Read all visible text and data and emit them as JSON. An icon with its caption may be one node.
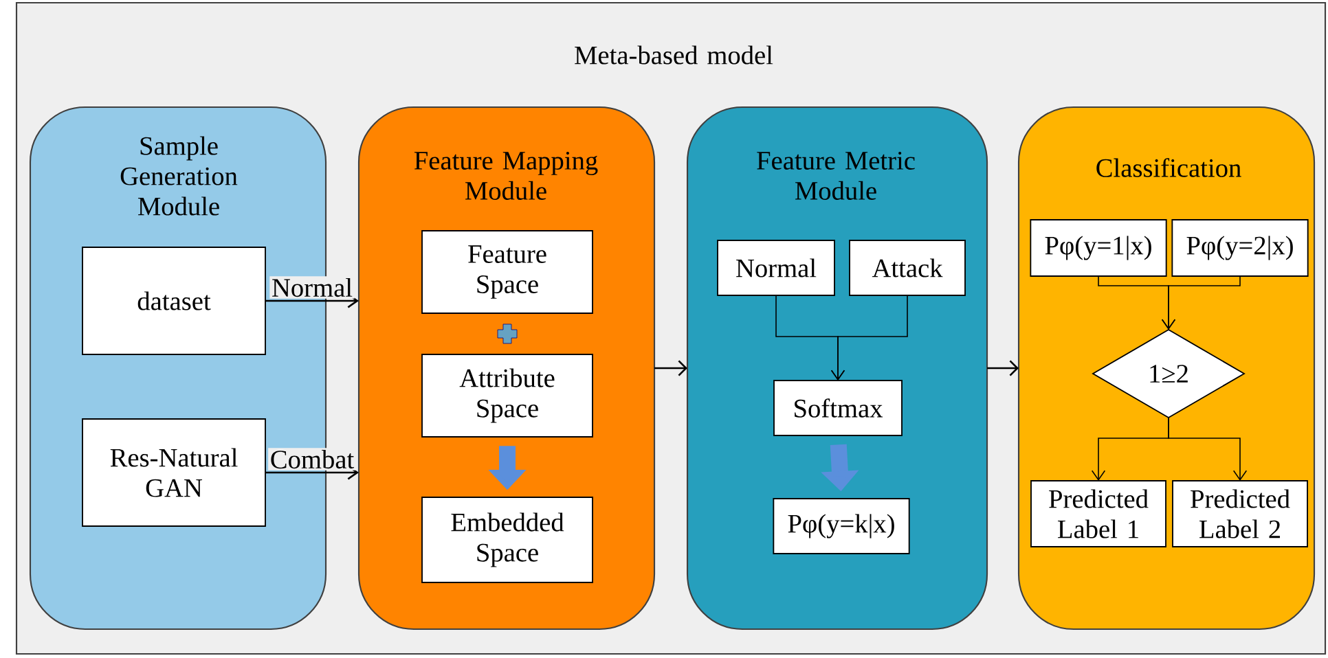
{
  "diagram": {
    "nodes": [
      {
        "text": [
          "Meta-based model"
        ]
      },
      {
        "text": [
          "Sample Generation Module"
        ],
        "in": 0
      },
      {
        "text": [
          "dataset"
        ],
        "in": 1
      },
      {
        "text": [
          "Res-Natural GAN"
        ],
        "in": 1
      },
      {
        "text": [
          "Feature Mapping Module"
        ],
        "in": 0
      },
      {
        "text": [
          "Feature Space"
        ],
        "in": 4
      },
      {
        "text": [
          "Attribute Space"
        ],
        "in": 4
      },
      {
        "text": [
          "Embedded Space"
        ],
        "in": 4
      },
      {
        "text": [
          "Feature Metric Module"
        ],
        "in": 0
      },
      {
        "text": [
          "Normal"
        ],
        "in": 8
      },
      {
        "text": [
          "Attack"
        ],
        "in": 8
      },
      {
        "text": [
          "Softmax"
        ],
        "in": 8
      },
      {
        "text": [
          "Pφ(y=k|x)"
        ],
        "in": 8
      },
      {
        "text": [
          "Classification"
        ],
        "in": 0
      },
      {
        "text": [
          "Pφ(y=1|x)"
        ],
        "in": 13
      },
      {
        "text": [
          "Pφ(y=2|x)"
        ],
        "in": 13
      },
      {
        "text": [
          "1≥2"
        ],
        "in": 13
      },
      {
        "text": [
          "Predicted Label 1"
        ],
        "in": 13
      },
      {
        "text": [
          "Predicted Label 2"
        ],
        "in": 13
      }
    ],
    "edges": [
      {
        "from": 2,
        "to": 4,
        "arrow": "to",
        "label": "Normal"
      },
      {
        "from": 3,
        "to": 4,
        "arrow": "to",
        "label": "Combat"
      },
      {
        "from": 4,
        "to": 8,
        "arrow": "to"
      },
      {
        "from": 8,
        "to": 13,
        "arrow": "to"
      },
      {
        "from": 9,
        "to": 11,
        "arrow": "to"
      },
      {
        "from": 10,
        "to": 11,
        "arrow": "to"
      },
      {
        "from": 6,
        "to": 7,
        "arrow": "to",
        "style": "thick",
        "color": "#5b8fdc"
      },
      {
        "from": 11,
        "to": 12,
        "arrow": "to",
        "style": "thick",
        "color": "#5b8fdc"
      },
      {
        "from": 14,
        "to": 16,
        "arrow": "to"
      },
      {
        "from": 15,
        "to": 16,
        "arrow": "to"
      },
      {
        "from": 16,
        "to": 17,
        "arrow": "to"
      },
      {
        "from": 16,
        "to": 18,
        "arrow": "to"
      }
    ]
  }
}
